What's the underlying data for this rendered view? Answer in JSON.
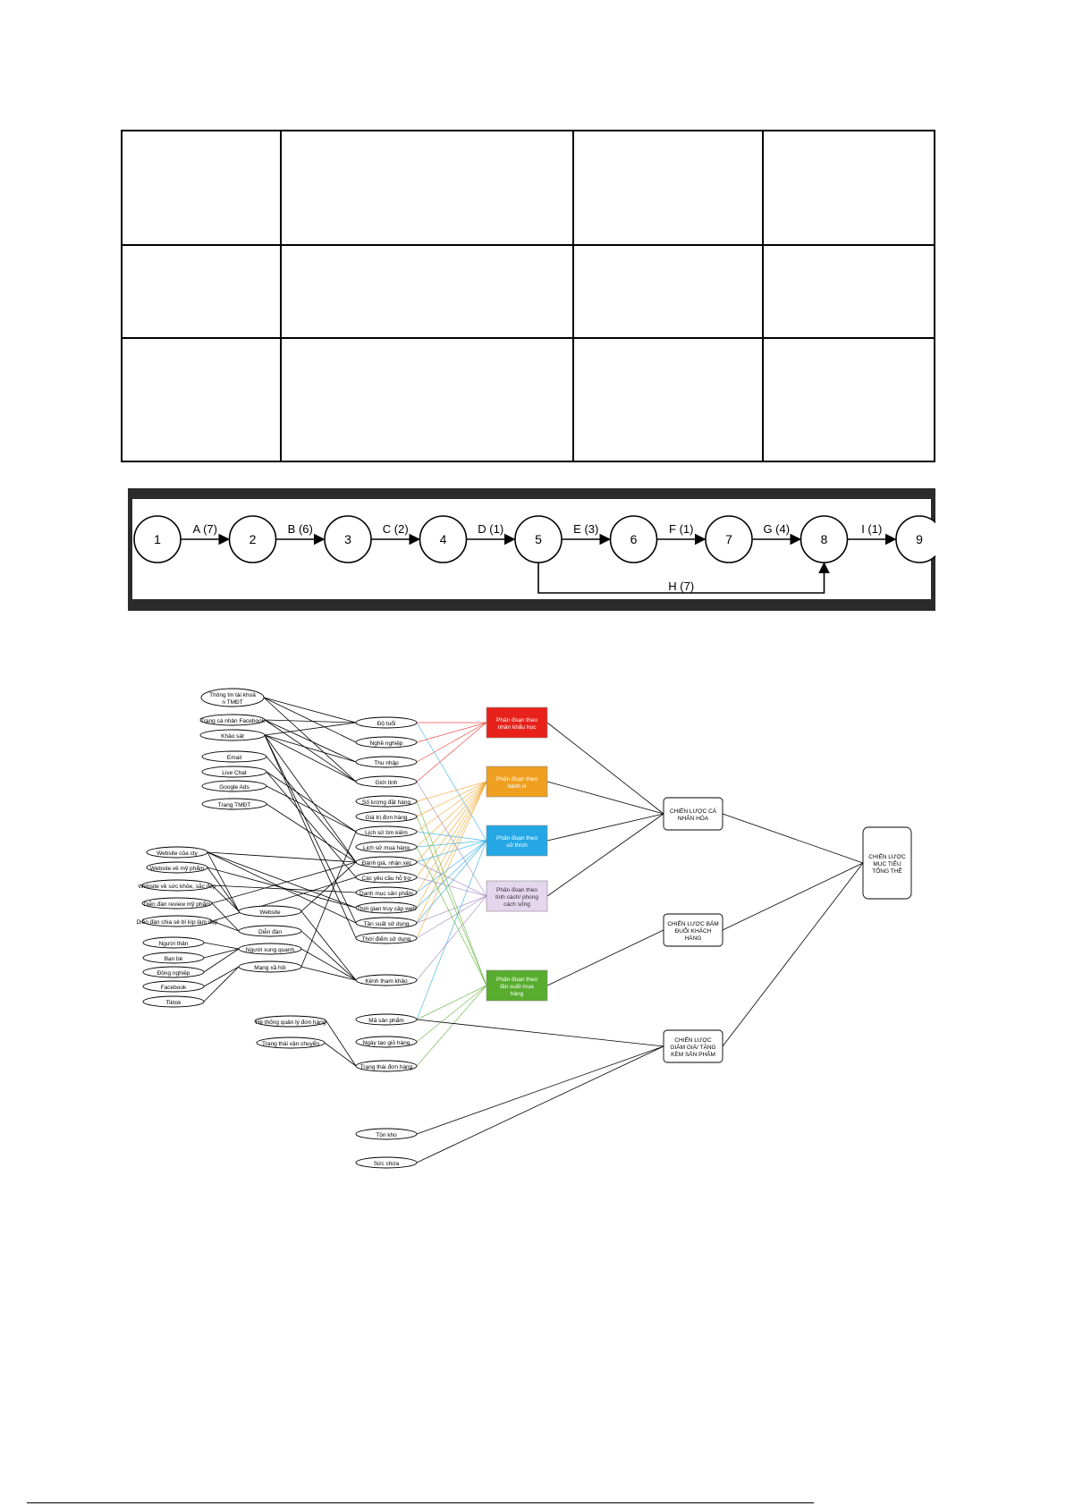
{
  "table": {
    "rows": 3,
    "cols": 4
  },
  "network": {
    "nodes": [
      "1",
      "2",
      "3",
      "4",
      "5",
      "6",
      "7",
      "8",
      "9"
    ],
    "edges": [
      {
        "from": "1",
        "to": "2",
        "label": "A (7)"
      },
      {
        "from": "2",
        "to": "3",
        "label": "B (6)"
      },
      {
        "from": "3",
        "to": "4",
        "label": "C (2)"
      },
      {
        "from": "4",
        "to": "5",
        "label": "D (1)"
      },
      {
        "from": "5",
        "to": "6",
        "label": "E (3)"
      },
      {
        "from": "6",
        "to": "7",
        "label": "F (1)"
      },
      {
        "from": "7",
        "to": "8",
        "label": "G (4)"
      },
      {
        "from": "8",
        "to": "9",
        "label": "I (1)"
      },
      {
        "from": "5",
        "to": "8",
        "label": "H (7)"
      }
    ]
  },
  "diagram": {
    "sources": [
      "Thông tin tài khoản TMĐT",
      "Trang cá nhân Facebook",
      "Khảo sát",
      "Email",
      "Live Chat",
      "Google Ads",
      "Trang TMĐT",
      "Website của cty",
      "Website về mỹ phẩm",
      "Website về sức khỏe, sắc đẹp",
      "Diễn đàn review mỹ phẩm",
      "Diễn đàn chia sẻ bí kíp làm đẹp",
      "Người thân",
      "Bạn bè",
      "Đồng nghiệp",
      "Facebook",
      "Tiktok",
      "Hệ thống quản lý đơn hàng",
      "Trang thái vận chuyển"
    ],
    "mid": [
      "Website",
      "Diễn đàn",
      "Người xung quanh",
      "Mạng xã hội"
    ],
    "attributes": [
      "Độ tuổi",
      "Nghề nghiệp",
      "Thu nhập",
      "Giới tính",
      "Số lượng đặt hàng",
      "Giá trị đơn hàng",
      "Lịch sử tìm kiếm",
      "Lịch sử mua hàng",
      "Đánh giá, nhận xét",
      "Các yêu cầu hỗ trợ",
      "Danh mục sản phẩm",
      "Thời gian truy cập web",
      "Tần suất sử dụng",
      "Thời điểm sử dụng",
      "Kênh tham khảo",
      "Mã sản phẩm",
      "Ngày tạo giỏ hàng",
      "Trạng thái đơn hàng",
      "Tồn kho",
      "Sức chứa"
    ],
    "segments": [
      {
        "label": "Phân đoạn theo nhân khẩu học",
        "color": "#e8221b"
      },
      {
        "label": "Phân đoạn theo hành vi",
        "color": "#f0a020"
      },
      {
        "label": "Phân đoạn theo sở thích",
        "color": "#25a7e6"
      },
      {
        "label": "Phân đoạn theo tính cách/ phong cách sống",
        "color": "#e5d6ee"
      },
      {
        "label": "Phân đoạn theo tần suất mua hàng",
        "color": "#58ad2f"
      }
    ],
    "strategies": [
      "CHIẾN LƯỢC CÁ NHÂN HÓA",
      "CHIẾN LƯỢC BÁM ĐUỔI KHÁCH HÀNG",
      "CHIẾN LƯỢC GIẢM GIÁ/ TẶNG KÈM SẢN PHẨM"
    ],
    "goal": "CHIẾN LƯỢC MỤC TIÊU TỔNG THỂ"
  }
}
